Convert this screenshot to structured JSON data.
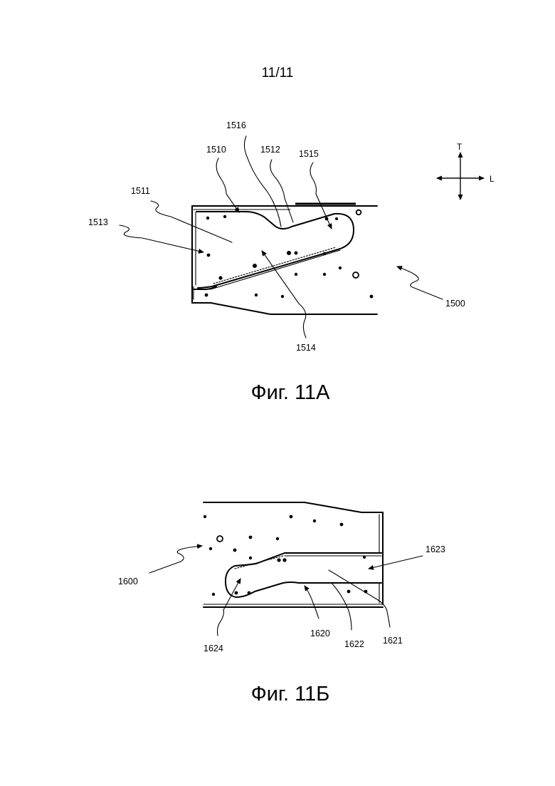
{
  "sheet": {
    "page_number": "11/11"
  },
  "figure_a": {
    "caption": "Фиг. 11А",
    "refs": {
      "r1500": "1500",
      "r1510": "1510",
      "r1511": "1511",
      "r1512": "1512",
      "r1513": "1513",
      "r1514": "1514",
      "r1515": "1515",
      "r1516": "1516"
    },
    "orientation": {
      "transverse": "T",
      "longitudinal": "L"
    }
  },
  "figure_b": {
    "caption": "Фиг. 11Б",
    "refs": {
      "r1600": "1600",
      "r1620": "1620",
      "r1621": "1621",
      "r1622": "1622",
      "r1623": "1623",
      "r1624": "1624"
    }
  }
}
